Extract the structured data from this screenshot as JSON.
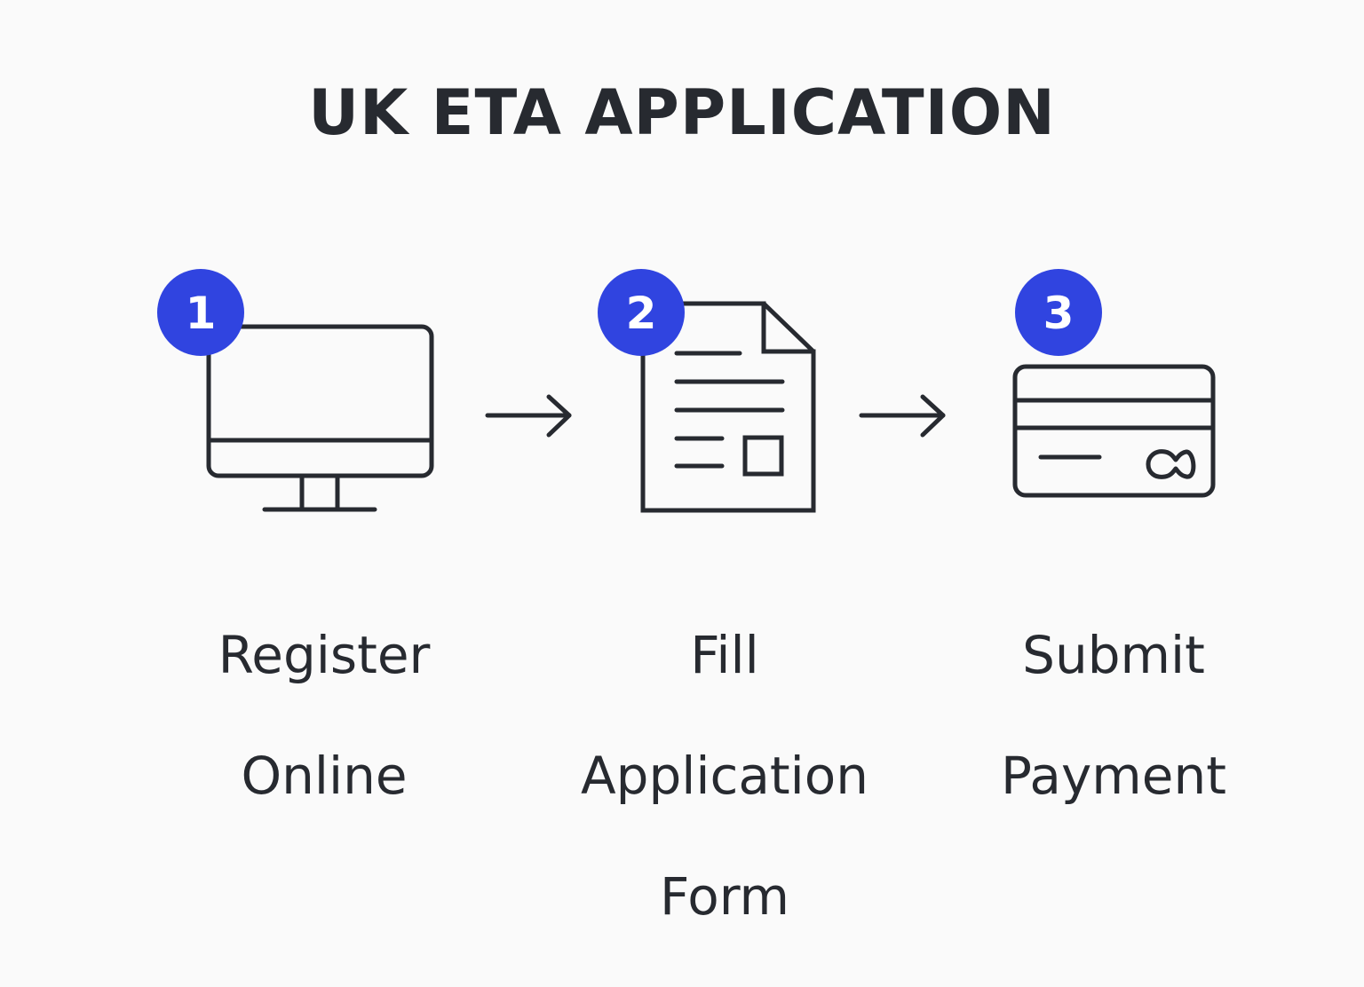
{
  "title": "UK ETA APPLICATION",
  "colors": {
    "accent": "#3044e0",
    "ink": "#272a30",
    "background": "#fafafa"
  },
  "steps": [
    {
      "number": "1",
      "icon": "monitor-icon",
      "label_line1": "Register",
      "label_line2": "Online",
      "label_line3": ""
    },
    {
      "number": "2",
      "icon": "document-icon",
      "label_line1": "Fill",
      "label_line2": "Application",
      "label_line3": "Form"
    },
    {
      "number": "3",
      "icon": "credit-card-icon",
      "label_line1": "Submit",
      "label_line2": "Payment",
      "label_line3": ""
    }
  ],
  "connectors": [
    {
      "icon": "arrow-right-icon"
    },
    {
      "icon": "arrow-right-icon"
    }
  ]
}
